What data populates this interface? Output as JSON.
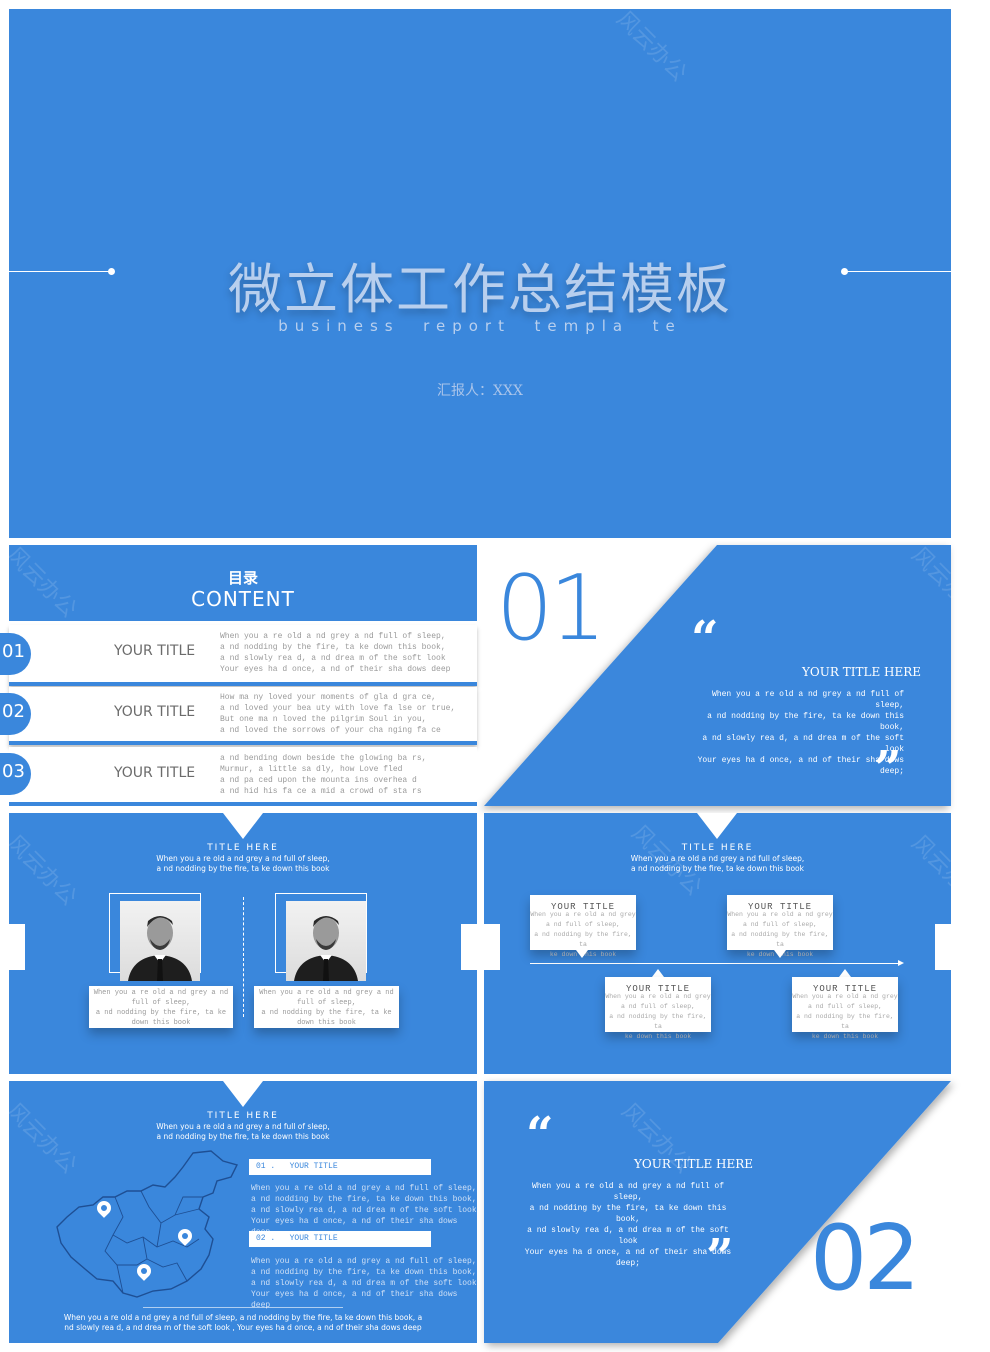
{
  "watermark": "风云办公",
  "cover": {
    "title": "微立体工作总结模板",
    "subtitle": "business  report  templa  te",
    "reporter": "汇报人：XXX"
  },
  "toc": {
    "title_cn": "目录",
    "title_en": "CONTENT",
    "items": [
      {
        "num": "01",
        "title": "YOUR TITLE",
        "lines": [
          "When you a re old a nd grey a nd full of sleep,",
          "a nd nodding by the fire, ta ke down this book,",
          "a nd slowly rea d, a nd drea m of the soft look",
          "Your eyes ha d once, a nd of their sha dows deep"
        ]
      },
      {
        "num": "02",
        "title": "YOUR TITLE",
        "lines": [
          "How ma ny loved your moments of gla d gra ce,",
          "a nd loved your bea uty with love fa lse or true,",
          "But one ma n loved the pilgrim Soul in you,",
          "a nd loved the sorrows of your cha nging fa ce"
        ]
      },
      {
        "num": "03",
        "title": "YOUR TITLE",
        "lines": [
          "a nd bending down beside the glowing ba rs,",
          "Murmur, a  little sa dly, how Love fled",
          "a nd pa ced upon the mounta ins overhea d",
          "a nd hid his fa ce a mid a  crowd of sta rs"
        ]
      }
    ]
  },
  "section1": {
    "number": "01",
    "open_quote": "“",
    "close_quote": "”",
    "title": "YOUR TITLE HERE",
    "lines": [
      "When you a re old a nd grey a nd full of sleep,",
      "a nd nodding by the fire, ta ke down this book,",
      "a nd slowly rea d, a nd drea m of the soft look",
      "Your eyes ha d once, a nd of their sha dows deep;"
    ]
  },
  "team": {
    "title": "TITLE HERE",
    "lines": [
      "When you a re old a nd grey a nd full of sleep,",
      "a nd nodding by the fire, ta ke down this book"
    ],
    "cards": [
      {
        "lines": [
          "When you a re old a nd grey a nd",
          "full of sleep,",
          "a nd nodding by the fire, ta ke",
          "down this book"
        ]
      },
      {
        "lines": [
          "When you a re old a nd grey a nd",
          "full of sleep,",
          "a nd nodding by the fire, ta ke",
          "down this book"
        ]
      }
    ]
  },
  "timeline": {
    "title": "TITLE HERE",
    "lines": [
      "When you a re old a nd grey a nd full of sleep,",
      "a nd nodding by the fire, ta ke down this book"
    ],
    "cards": [
      {
        "title": "YOUR TITLE",
        "lines": [
          "When you a re old a nd grey",
          "a nd full of sleep,",
          "a nd nodding by the fire, ta",
          "ke down this book"
        ]
      },
      {
        "title": "YOUR TITLE",
        "lines": [
          "When you a re old a nd grey",
          "a nd full of sleep,",
          "a nd nodding by the fire, ta",
          "ke down this book"
        ]
      },
      {
        "title": "YOUR TITLE",
        "lines": [
          "When you a re old a nd grey",
          "a nd full of sleep,",
          "a nd nodding by the fire, ta",
          "ke down this book"
        ]
      },
      {
        "title": "YOUR TITLE",
        "lines": [
          "When you a re old a nd grey",
          "a nd full of sleep,",
          "a nd nodding by the fire, ta",
          "ke down this book"
        ]
      }
    ]
  },
  "map": {
    "title": "TITLE HERE",
    "lines": [
      "When you a re old a nd grey a nd full of sleep,",
      "a nd nodding by the fire, ta ke down this book"
    ],
    "items": [
      {
        "label": "01 .   YOUR TITLE",
        "lines": [
          "When you a re old a nd grey a nd full of sleep,",
          "a nd nodding by the fire, ta ke down this book,",
          "a nd slowly rea d, a nd drea m of the soft look",
          "Your eyes ha d once, a nd of their sha dows deep"
        ]
      },
      {
        "label": "02 .   YOUR TITLE",
        "lines": [
          "When you a re old a nd grey a nd full of sleep,",
          "a nd nodding by the fire, ta ke down this book,",
          "a nd slowly rea d, a nd drea m of the soft look",
          "Your eyes ha d once, a nd of their sha dows deep"
        ]
      }
    ],
    "footer": [
      "When you a re old a nd grey a nd full of sleep,  a nd nodding by the fire, ta ke down this book,  a",
      "nd slowly rea d, a nd drea m of the soft look ,  Your eyes ha d once, a nd of their sha dows deep"
    ]
  },
  "section2": {
    "number": "02",
    "open_quote": "“",
    "close_quote": "”",
    "title": "YOUR TITLE HERE",
    "lines": [
      "When you a re old a nd grey a nd full of sleep,",
      "a nd nodding by the fire, ta ke down this book,",
      "a nd slowly rea d, a nd drea m of the soft look",
      "Your eyes ha d once, a nd of their sha dows deep;"
    ]
  }
}
